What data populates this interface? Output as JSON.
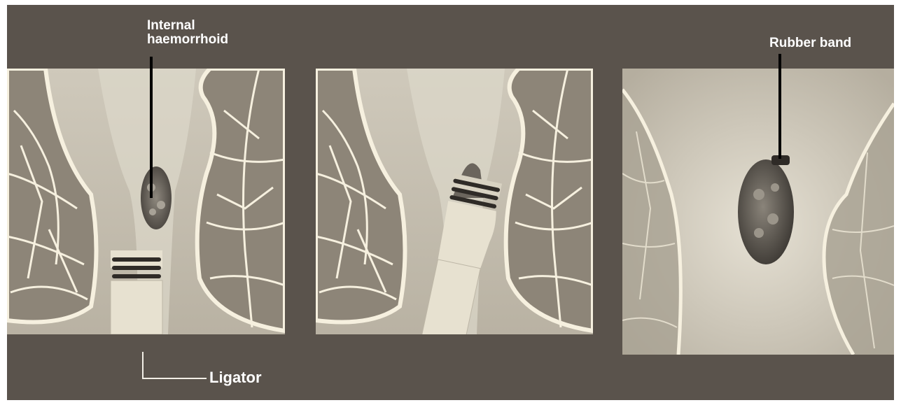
{
  "labels": {
    "internal_haemorrhoid_line1": "Internal",
    "internal_haemorrhoid_line2": "haemorrhoid",
    "rubber_band": "Rubber band",
    "ligator": "Ligator"
  },
  "colors": {
    "background": "#5a534c",
    "tissue": "#d6d0c2",
    "bone_lines": "#f6f0df",
    "haemorrhoid": "#6b655d",
    "ligator_body": "#e7e1d0",
    "band": "#2f2b27"
  }
}
